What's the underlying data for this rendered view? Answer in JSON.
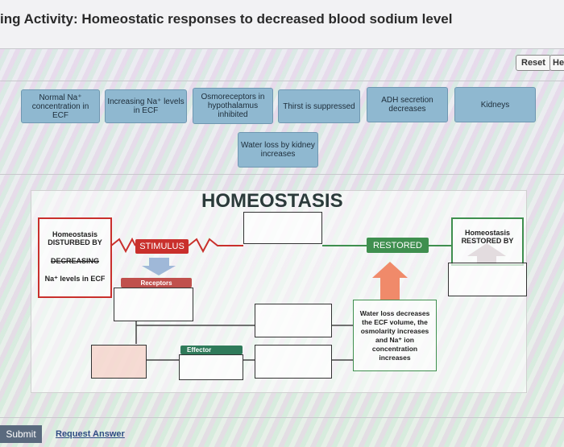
{
  "header": {
    "title": "ing Activity: Homeostatic responses to decreased blood sodium level"
  },
  "toolbar": {
    "reset_label": "Reset",
    "help_label": "He"
  },
  "tiles": [
    {
      "label": "Normal Na⁺ concentration in ECF"
    },
    {
      "label": "Increasing Na⁺ levels in ECF"
    },
    {
      "label": "Osmoreceptors in hypothalamus inhibited"
    },
    {
      "label": "Thirst is suppressed"
    },
    {
      "label": "ADH secretion decreases"
    },
    {
      "label": "Kidneys"
    },
    {
      "label": "Water loss by kidney increases"
    }
  ],
  "diagram": {
    "title": "HOMEOSTASIS",
    "disturbed_label": "Homeostasis DISTURBED BY",
    "decreasing_label": "DECREASING",
    "na_label": "Na⁺ levels in ECF",
    "stimulus_label": "STIMULUS",
    "receptors_label": "Receptors",
    "effector_label": "Effector",
    "restored_label": "RESTORED",
    "restored_by_label": "Homeostasis RESTORED BY",
    "response_text": "Water loss decreases the ECF volume, the osmolarity increases and Na⁺ ion concentration increases",
    "colors": {
      "red": "#c9302c",
      "green": "#3f8f4f",
      "receptors": "#c0504d",
      "effector": "#2f7a5a"
    }
  },
  "footer": {
    "submit_label": "Submit",
    "request_answer_label": "Request Answer"
  }
}
